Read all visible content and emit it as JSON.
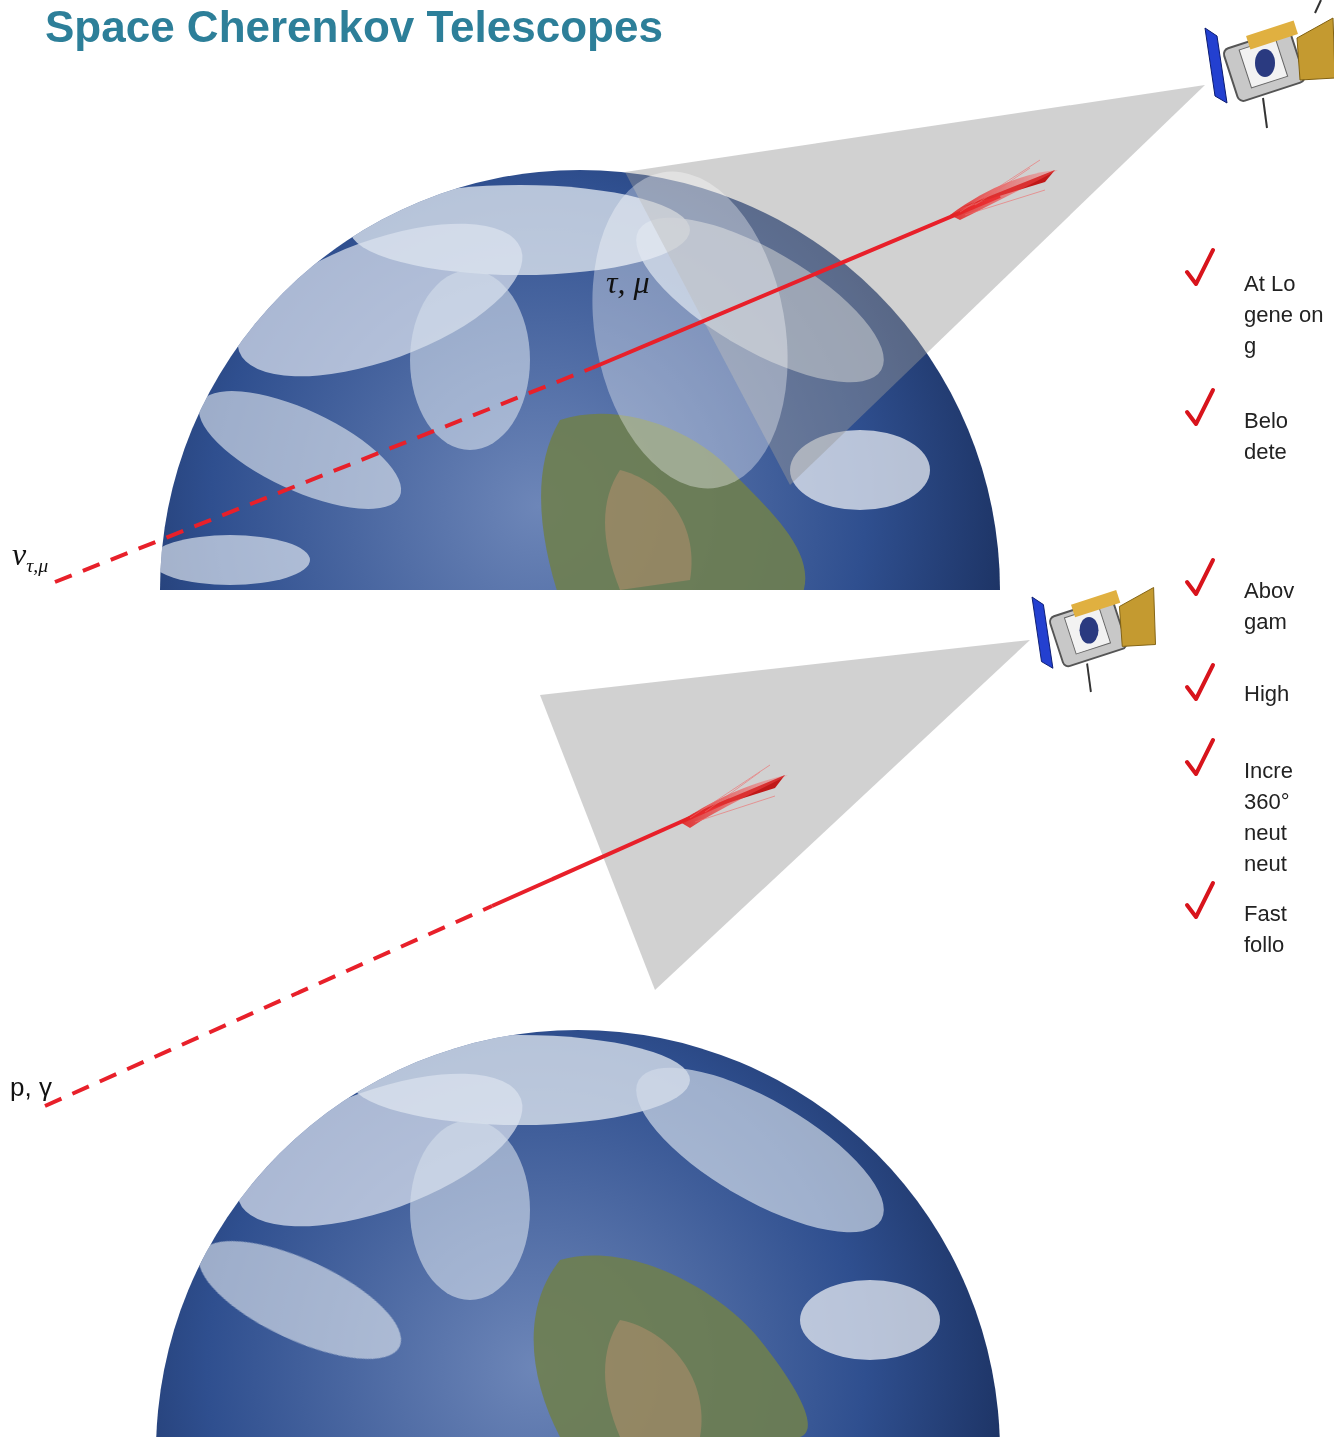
{
  "diagram": {
    "title": "Space Cherenkov Telescopes",
    "labels": [
      "τ, μ",
      "ντ,μ",
      "p, γ",
      "At Lo gene on g",
      "Belo dete",
      "Abov gam",
      "High",
      "Incre 360° neut neut",
      "Fast follo"
    ]
  }
}
